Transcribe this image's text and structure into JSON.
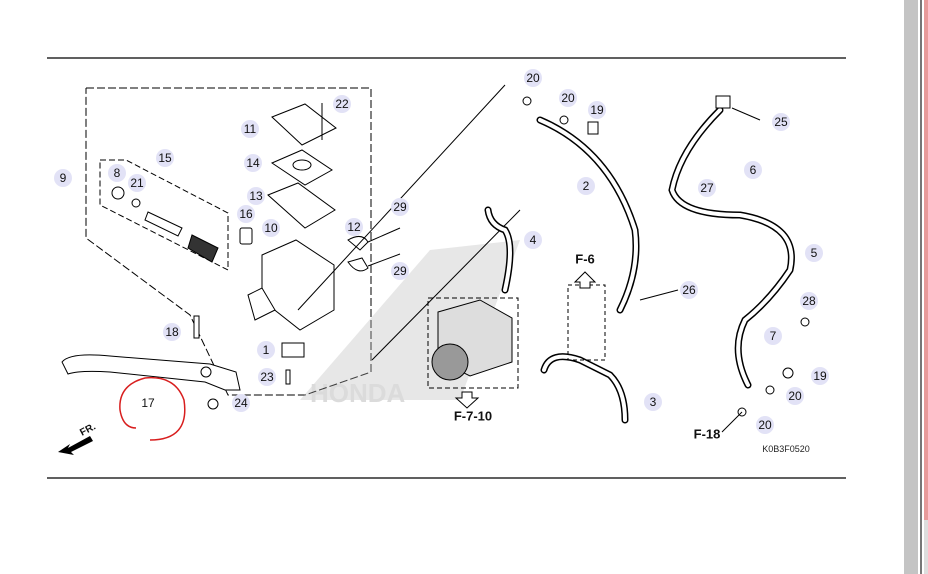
{
  "diagram": {
    "drawing_code": "K0B3F0520",
    "callouts": [
      "22",
      "11",
      "14",
      "15",
      "9",
      "8",
      "21",
      "13",
      "16",
      "10",
      "12",
      "29",
      "29",
      "18",
      "1",
      "23",
      "17",
      "24",
      "20",
      "20",
      "19",
      "2",
      "4",
      "26",
      "3",
      "25",
      "6",
      "27",
      "5",
      "28",
      "7",
      "19",
      "20",
      "20"
    ],
    "references": [
      "F-6",
      "F-7-10",
      "F-18",
      "FR."
    ],
    "logo_text": "HONDA"
  },
  "colors": {
    "callout_bg": "#e2e2f6",
    "annotation": "#d81e1e",
    "scrollbar": "#c4c4c4"
  }
}
